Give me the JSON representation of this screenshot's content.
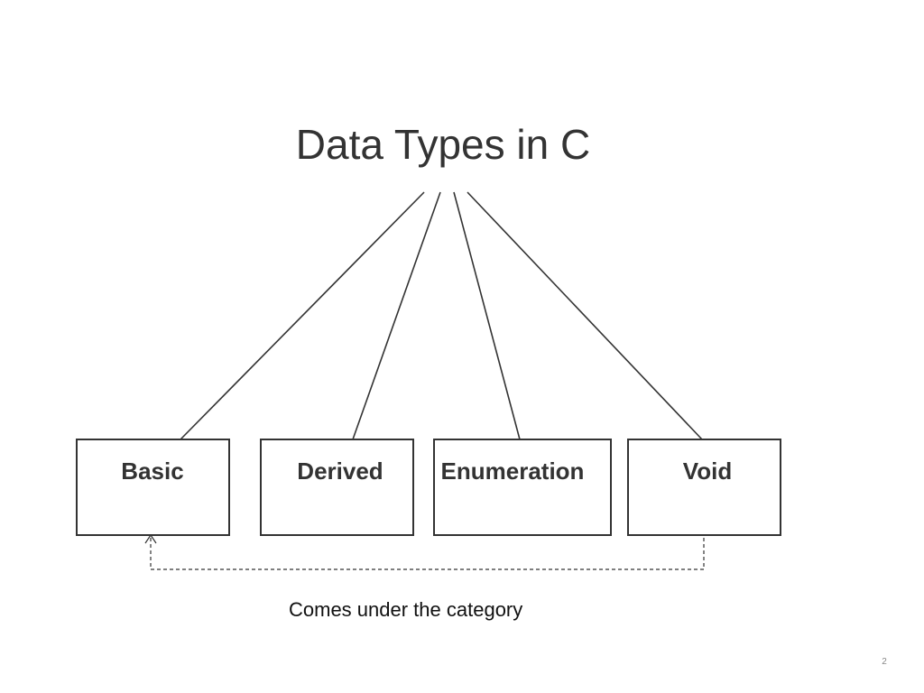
{
  "title": "Data Types in C",
  "categories": [
    {
      "label": "Basic"
    },
    {
      "label": "Derived"
    },
    {
      "label": "Enumeration"
    },
    {
      "label": "Void"
    }
  ],
  "relation": {
    "from": "Void",
    "to": "Basic",
    "caption": "Comes under the category"
  },
  "page_number": "2",
  "colors": {
    "stroke": "#333333",
    "text": "#333333",
    "background": "#ffffff"
  }
}
